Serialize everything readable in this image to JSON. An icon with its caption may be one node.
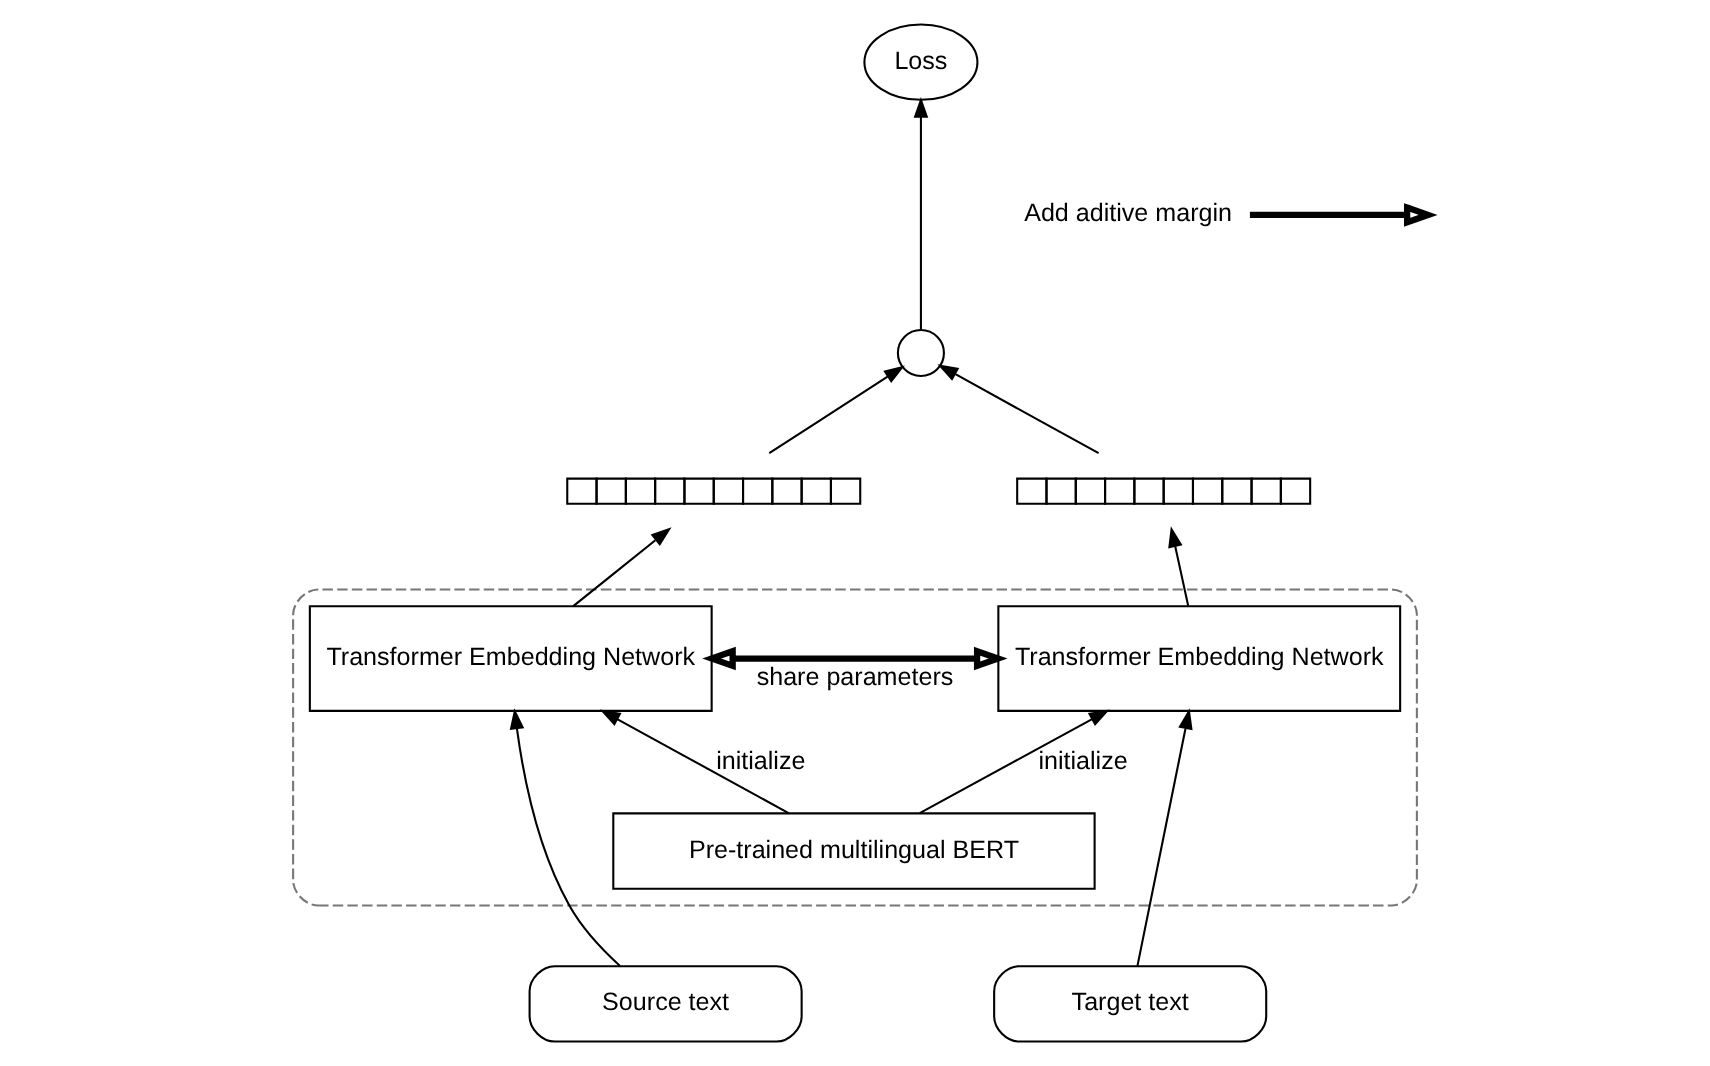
{
  "diagram": {
    "nodes": [
      {
        "text": [
          "Loss"
        ]
      },
      {
        "text": [
          "Add aditive margin"
        ]
      },
      {
        "text": [],
        "shape": "circle"
      },
      {
        "text": [],
        "shape": "bar"
      },
      {
        "text": [],
        "shape": "bar"
      },
      {
        "text": [],
        "shape": "box"
      },
      {
        "text": [
          "Transformer Embedding Network"
        ],
        "in": 5
      },
      {
        "text": [
          "Transformer Embedding Network"
        ],
        "in": 5
      },
      {
        "text": [
          "Pre-trained multilingual BERT"
        ],
        "in": 5
      },
      {
        "text": [
          "Source text"
        ]
      },
      {
        "text": [
          "Target text"
        ]
      }
    ],
    "edges": [
      {
        "from": 2,
        "to": 0,
        "arrow": "to"
      },
      {
        "from": 1,
        "to": null,
        "arrow": "to",
        "style": "thick"
      },
      {
        "from": 3,
        "to": 2,
        "arrow": "to"
      },
      {
        "from": 4,
        "to": 2,
        "arrow": "to"
      },
      {
        "from": 6,
        "to": 3,
        "arrow": "to"
      },
      {
        "from": 7,
        "to": 4,
        "arrow": "to"
      },
      {
        "from": 6,
        "to": 7,
        "arrow": "both",
        "label": "share parameters",
        "style": "thick"
      },
      {
        "from": 8,
        "to": 6,
        "arrow": "to",
        "label": "initialize"
      },
      {
        "from": 8,
        "to": 7,
        "arrow": "to",
        "label": "initialize"
      },
      {
        "from": 9,
        "to": 6,
        "arrow": "to"
      },
      {
        "from": 10,
        "to": 7,
        "arrow": "to"
      }
    ]
  }
}
